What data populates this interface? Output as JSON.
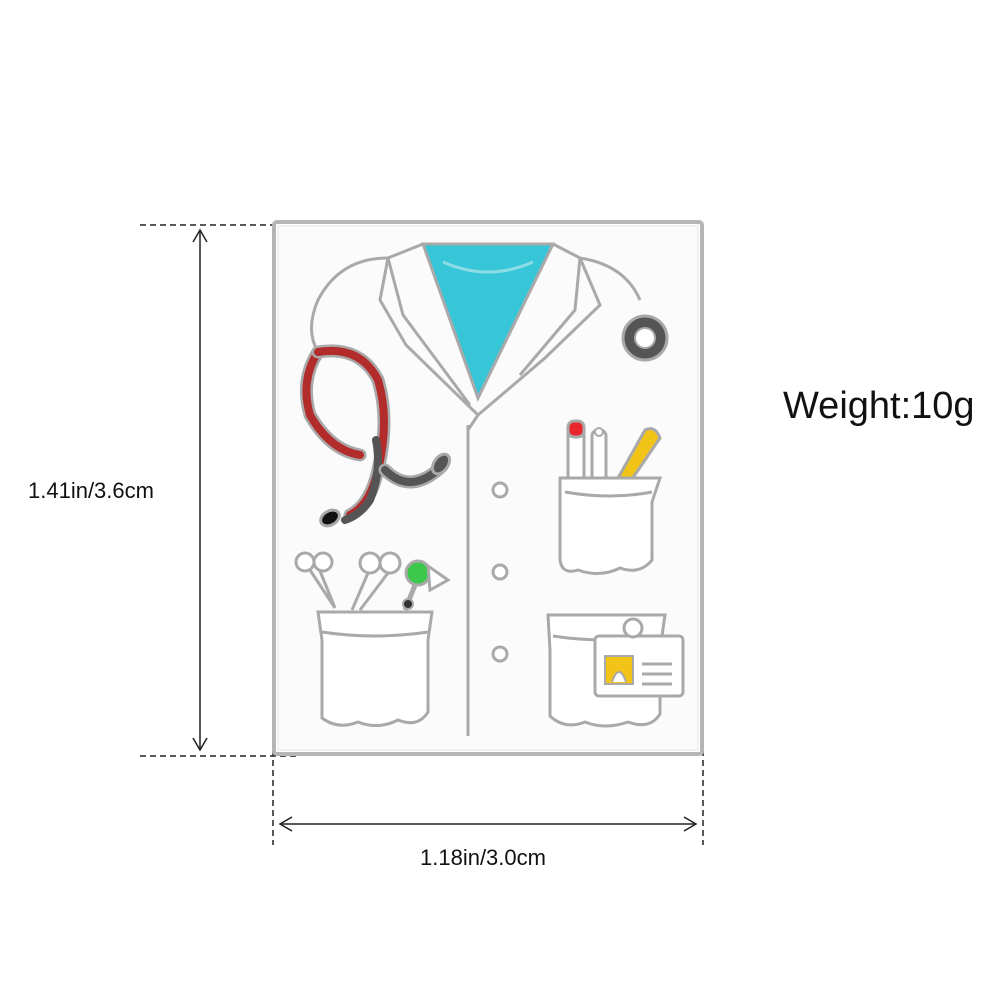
{
  "product": {
    "height_text": "1.41in/3.6cm",
    "width_text": "1.18in/3.0cm",
    "weight_text": "Weight:10g"
  },
  "colors": {
    "background": "#ffffff",
    "pin_face": "#ffffff",
    "metal_outline": "#a9a9a9",
    "scrub_teal": "#36c6d8",
    "stethoscope_red": "#b32c2c",
    "stethoscope_gray": "#555555",
    "pencil_yellow": "#f2c417",
    "marker_red": "#e8262c",
    "otoscope_green": "#3cc84a",
    "badge_yellow": "#f2c417",
    "dimension_line": "#222222"
  }
}
